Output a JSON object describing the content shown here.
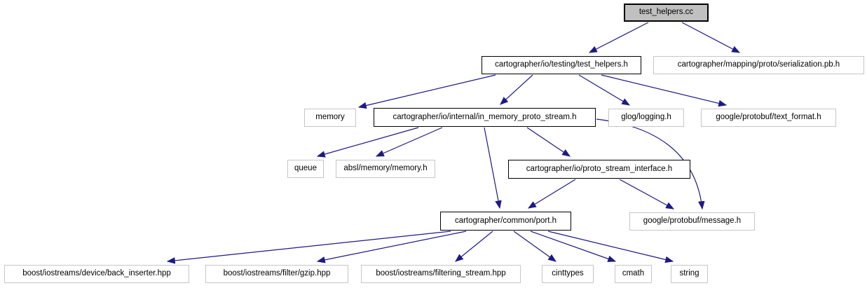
{
  "graph": {
    "name": "include-dependency-graph",
    "colors": {
      "edge": "#1d1a85",
      "focus_fill": "#c0c0c0",
      "strong_border": "#000000",
      "weak_border": "#c6c6c6",
      "background": "#ffffff"
    },
    "nodes": [
      {
        "id": "test-helpers-cc",
        "label": "test_helpers.cc",
        "kind": "focus"
      },
      {
        "id": "test-helpers-h",
        "label": "cartographer/io/testing/test_helpers.h",
        "kind": "strong"
      },
      {
        "id": "serialization-pb-h",
        "label": "cartographer/mapping/proto/serialization.pb.h",
        "kind": "weak"
      },
      {
        "id": "memory",
        "label": "memory",
        "kind": "weak"
      },
      {
        "id": "in-memory-proto-stream-h",
        "label": "cartographer/io/internal/in_memory_proto_stream.h",
        "kind": "strong"
      },
      {
        "id": "glog-logging-h",
        "label": "glog/logging.h",
        "kind": "weak"
      },
      {
        "id": "text-format-h",
        "label": "google/protobuf/text_format.h",
        "kind": "weak"
      },
      {
        "id": "queue",
        "label": "queue",
        "kind": "weak"
      },
      {
        "id": "absl-memory-h",
        "label": "absl/memory/memory.h",
        "kind": "weak"
      },
      {
        "id": "proto-stream-interface-h",
        "label": "cartographer/io/proto_stream_interface.h",
        "kind": "strong"
      },
      {
        "id": "port-h",
        "label": "cartographer/common/port.h",
        "kind": "strong"
      },
      {
        "id": "message-h",
        "label": "google/protobuf/message.h",
        "kind": "weak"
      },
      {
        "id": "back-inserter-hpp",
        "label": "boost/iostreams/device/back_inserter.hpp",
        "kind": "weak"
      },
      {
        "id": "gzip-hpp",
        "label": "boost/iostreams/filter/gzip.hpp",
        "kind": "weak"
      },
      {
        "id": "filtering-stream-hpp",
        "label": "boost/iostreams/filtering_stream.hpp",
        "kind": "weak"
      },
      {
        "id": "cinttypes",
        "label": "cinttypes",
        "kind": "weak"
      },
      {
        "id": "cmath",
        "label": "cmath",
        "kind": "weak"
      },
      {
        "id": "string",
        "label": "string",
        "kind": "weak"
      }
    ],
    "edges": [
      {
        "from": "test-helpers-cc",
        "to": "test-helpers-h"
      },
      {
        "from": "test-helpers-cc",
        "to": "serialization-pb-h"
      },
      {
        "from": "test-helpers-h",
        "to": "memory"
      },
      {
        "from": "test-helpers-h",
        "to": "in-memory-proto-stream-h"
      },
      {
        "from": "test-helpers-h",
        "to": "glog-logging-h"
      },
      {
        "from": "test-helpers-h",
        "to": "text-format-h"
      },
      {
        "from": "in-memory-proto-stream-h",
        "to": "queue"
      },
      {
        "from": "in-memory-proto-stream-h",
        "to": "absl-memory-h"
      },
      {
        "from": "in-memory-proto-stream-h",
        "to": "port-h"
      },
      {
        "from": "in-memory-proto-stream-h",
        "to": "proto-stream-interface-h"
      },
      {
        "from": "in-memory-proto-stream-h",
        "to": "message-h"
      },
      {
        "from": "proto-stream-interface-h",
        "to": "port-h"
      },
      {
        "from": "proto-stream-interface-h",
        "to": "message-h"
      },
      {
        "from": "port-h",
        "to": "back-inserter-hpp"
      },
      {
        "from": "port-h",
        "to": "gzip-hpp"
      },
      {
        "from": "port-h",
        "to": "filtering-stream-hpp"
      },
      {
        "from": "port-h",
        "to": "cinttypes"
      },
      {
        "from": "port-h",
        "to": "cmath"
      },
      {
        "from": "port-h",
        "to": "string"
      }
    ]
  }
}
